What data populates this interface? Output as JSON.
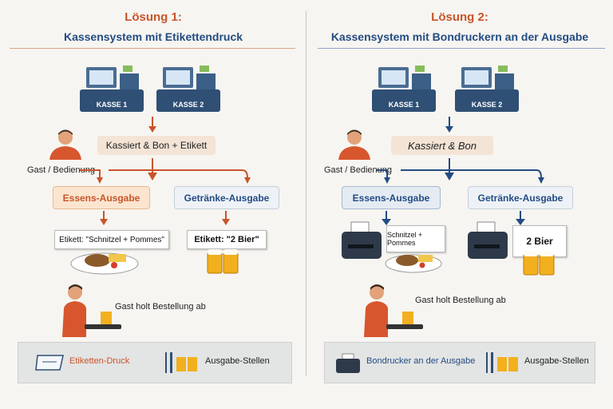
{
  "solution1": {
    "title": "Lösung 1:",
    "subtitle": "Kassensystem mit Etikettendruck",
    "till1": "KASSE 1",
    "till2": "KASSE 2",
    "cashier_box": "Kassiert & Bon + Etikett",
    "guest_label": "Gast / Bedienung",
    "food_outlet": "Essens-Ausgabe",
    "drink_outlet": "Getränke-Ausgabe",
    "food_label": "Etikett: \"Schnitzel + Pommes\"",
    "drink_label": "Etikett: \"2 Bier\"",
    "pickup_text": "Gast holt Bestellung ab",
    "legend_print": "Etiketten-Druck",
    "legend_outlets": "Ausgabe-Stellen"
  },
  "solution2": {
    "title": "Lösung 2:",
    "subtitle": "Kassensystem mit Bondruckern an der Ausgabe",
    "till1": "KASSE 1",
    "till2": "KASSE 2",
    "cashier_box": "Kassiert & Bon",
    "guest_label": "Gast / Bedienung",
    "food_outlet": "Essens-Ausgabe",
    "drink_outlet": "Getränke-Ausgabe",
    "food_receipt": "Schnitzel + Pommes",
    "drink_receipt": "2 Bier",
    "pickup_text": "Gast holt Bestellung ab",
    "legend_printer": "Bondrucker an der Ausgabe",
    "legend_outlets": "Ausgabe-Stellen"
  },
  "colors": {
    "orange_accent": "#c8552a",
    "blue_accent": "#234c83",
    "till_body": "#2f4f74"
  },
  "icons": [
    "cash-register-icon",
    "person-icon",
    "printer-icon",
    "schnitzel-plate-icon",
    "beer-mugs-icon",
    "cutlery-icon",
    "label-icon",
    "tray-waiter-icon"
  ]
}
